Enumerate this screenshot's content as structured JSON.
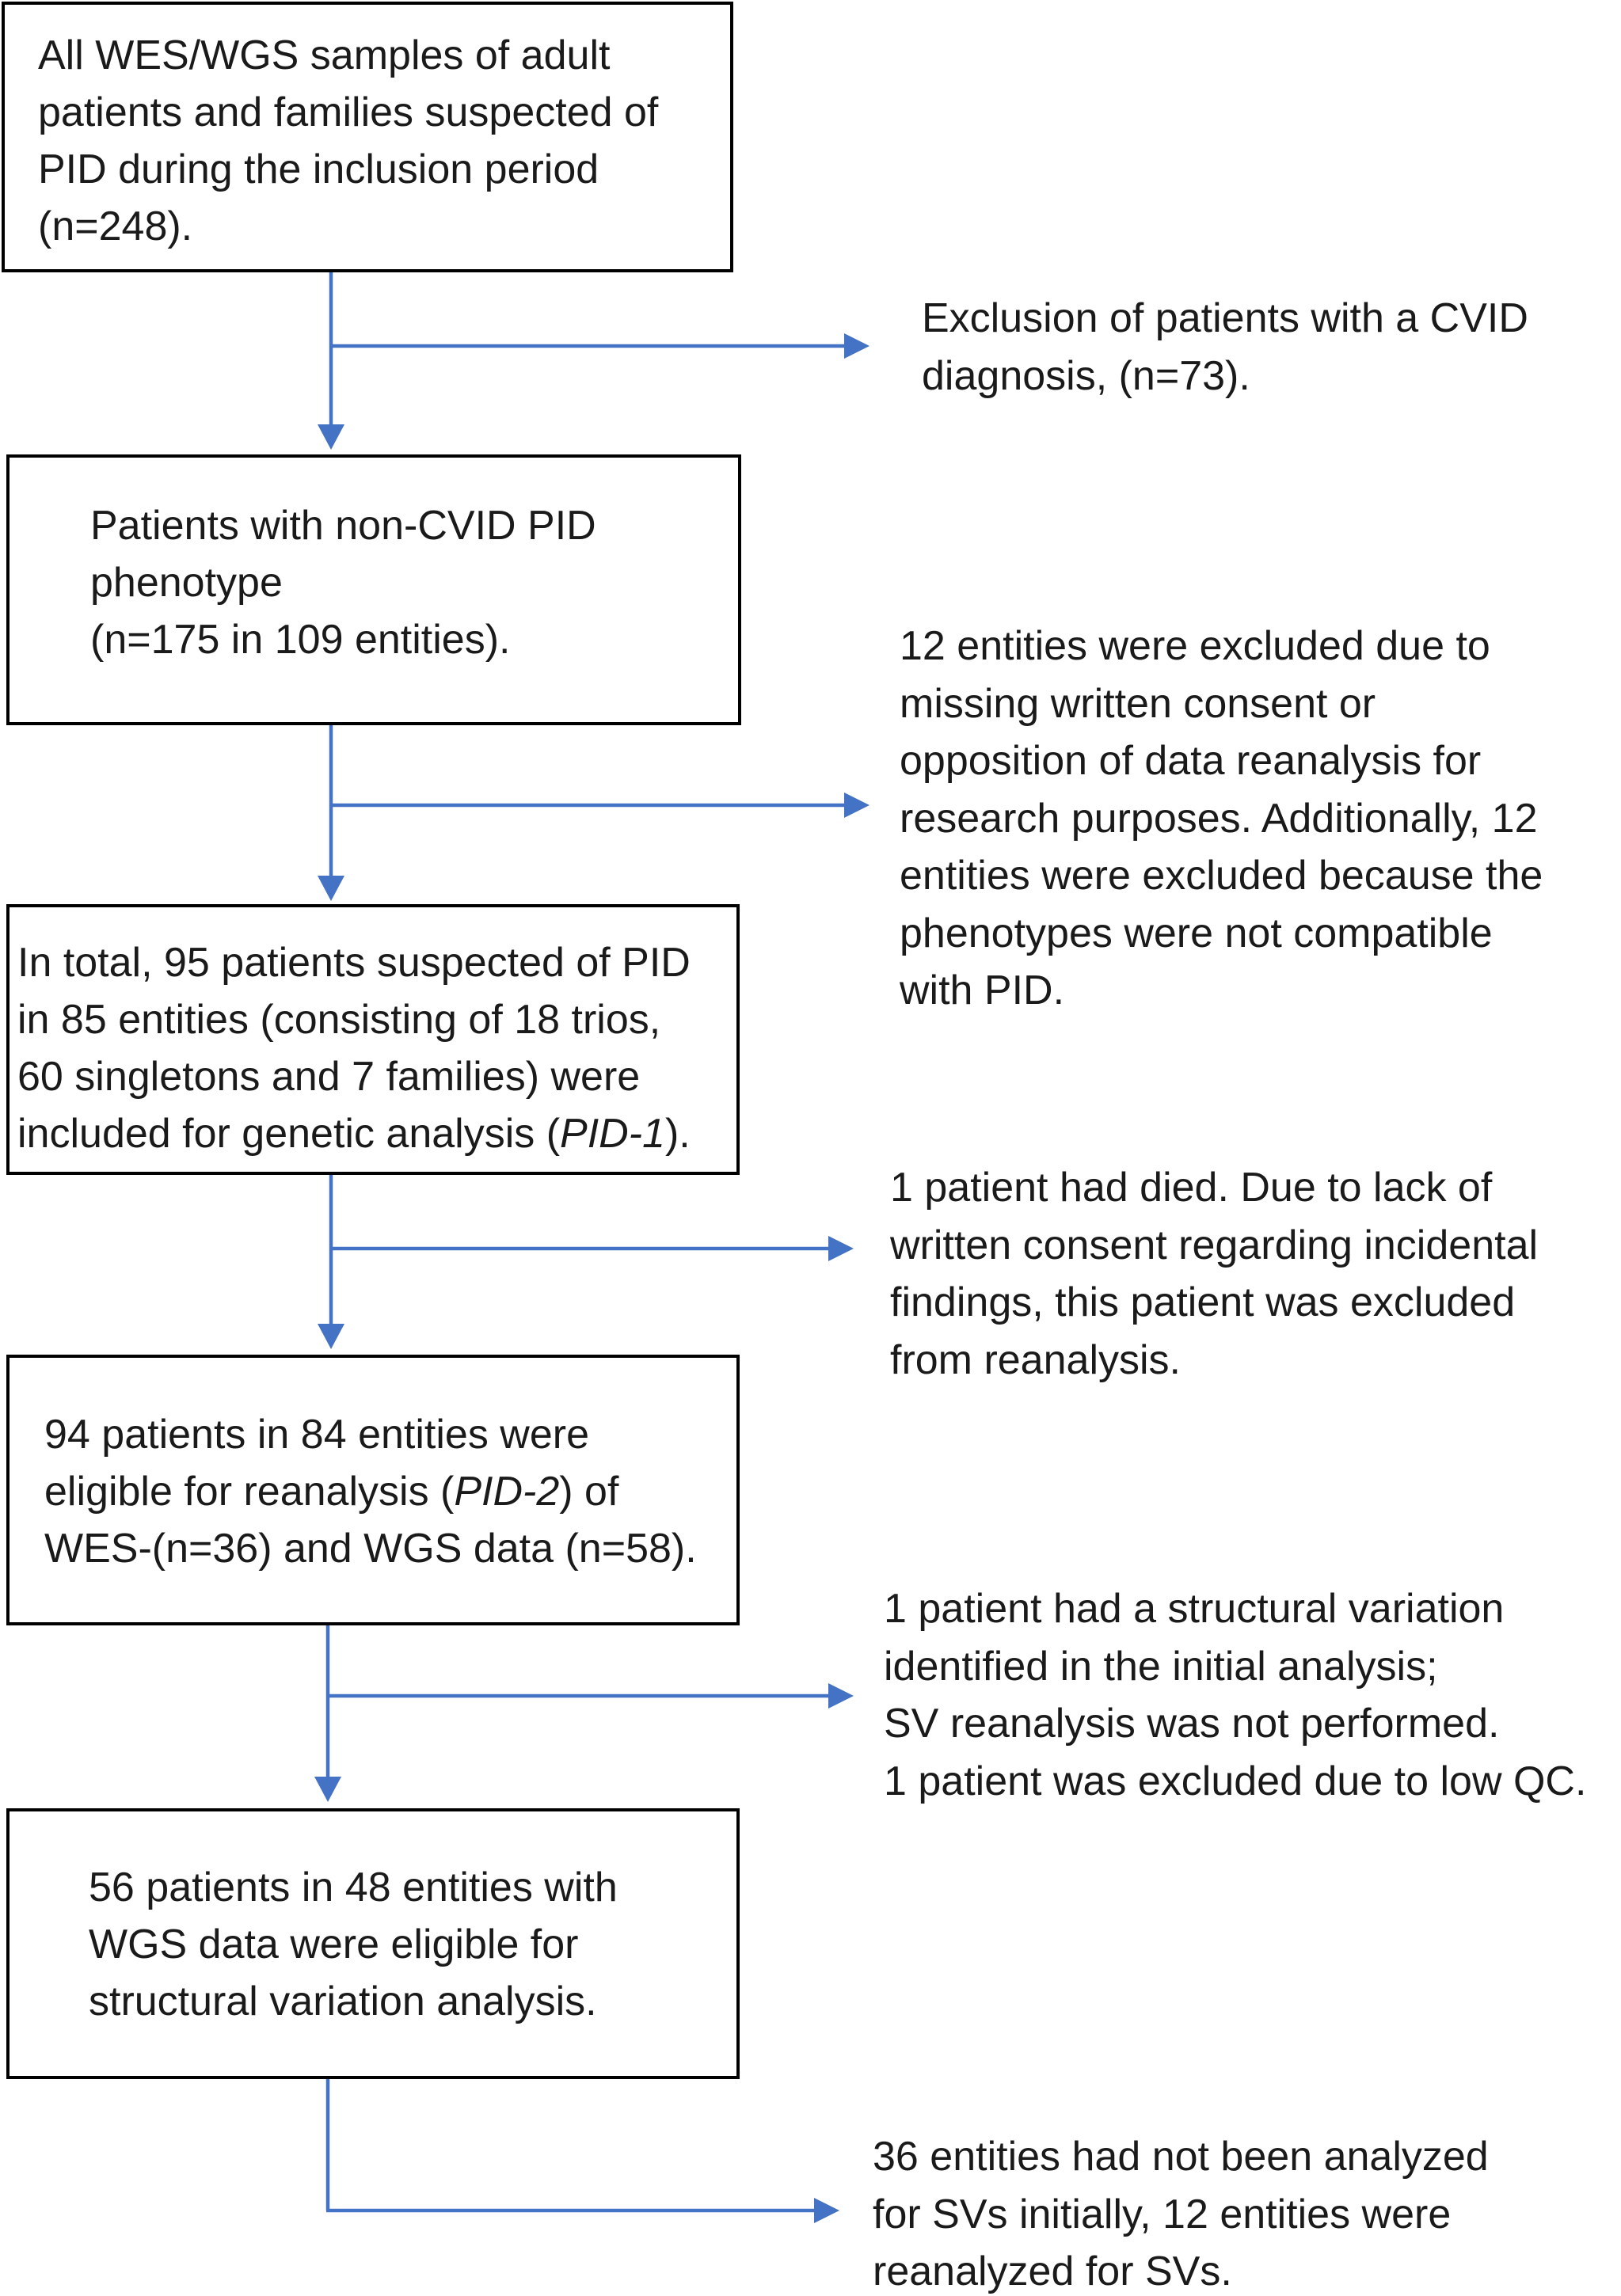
{
  "colors": {
    "arrow": "#4472c4",
    "box_border": "#000000",
    "text": "#1a1a1a"
  },
  "boxes": [
    {
      "lines": [
        "All WES/WGS samples of adult",
        "patients and families suspected of",
        "PID during the inclusion period",
        "(n=248)."
      ]
    },
    {
      "lines": [
        "Patients with non-CVID PID",
        "phenotype",
        "(n=175 in 109 entities)."
      ]
    },
    {
      "lines": [
        "In total, 95 patients suspected of PID",
        "in 85 entities (consisting of 18 trios,",
        "60 singletons and 7 families) were"
      ],
      "last_line": {
        "before": "included for genetic analysis (",
        "italic": "PID-1",
        "after": ")."
      }
    },
    {
      "line1": "94 patients in 84 entities were",
      "line2": {
        "before": "eligible for reanalysis (",
        "italic": "PID-2",
        "after": ") of"
      },
      "line3": "WES-(n=36) and WGS data (n=58)."
    },
    {
      "lines": [
        "56 patients in 48 entities with",
        "WGS data were eligible for",
        "structural variation analysis."
      ]
    }
  ],
  "exclusions": [
    {
      "lines": [
        "Exclusion of patients with a CVID",
        "diagnosis, (n=73)."
      ]
    },
    {
      "lines": [
        "12 entities were excluded due to",
        "missing written consent or",
        "opposition of data reanalysis for",
        "research purposes. Additionally, 12",
        "entities were excluded because the",
        "phenotypes were not compatible",
        "with PID."
      ]
    },
    {
      "lines": [
        "1 patient had died. Due to lack of",
        "written consent regarding incidental",
        "findings, this patient was excluded",
        "from reanalysis."
      ]
    },
    {
      "lines": [
        "1 patient had a structural variation",
        "identified in the initial analysis;",
        "SV reanalysis was not performed.",
        "1 patient was excluded due to low QC."
      ]
    },
    {
      "lines": [
        "36 entities had not been analyzed",
        "for SVs initially, 12 entities were",
        "reanalyzed for SVs."
      ]
    }
  ]
}
